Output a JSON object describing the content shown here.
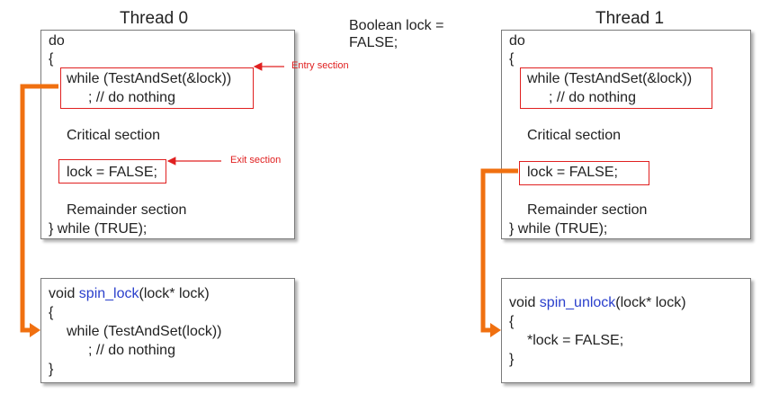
{
  "thread0": {
    "title": "Thread 0",
    "do": "do",
    "open_brace": "{",
    "while_line": "while (TestAndSet(&lock))",
    "nothing_line": "; // do nothing",
    "critical": "Critical section",
    "lock_false": "lock = FALSE;",
    "remainder": "Remainder section",
    "end_line": "} while (TRUE);"
  },
  "thread1": {
    "title": "Thread 1",
    "do": "do",
    "open_brace": "{",
    "while_line": "while (TestAndSet(&lock))",
    "nothing_line": "; // do nothing",
    "critical": "Critical section",
    "lock_false": "lock = FALSE;",
    "remainder": "Remainder section",
    "end_line": "} while (TRUE);"
  },
  "shared_var": {
    "line1": "Boolean lock =",
    "line2": "FALSE;"
  },
  "annotations": {
    "entry": "Entry section",
    "exit": "Exit section"
  },
  "spin_lock": {
    "prefix": "void ",
    "fn_name": "spin_lock",
    "suffix": "(lock* lock)",
    "open_brace": "{",
    "while_line": "while (TestAndSet(lock))",
    "nothing_line": "; // do nothing",
    "close_brace": "}"
  },
  "spin_unlock": {
    "prefix": "void ",
    "fn_name": "spin_unlock",
    "suffix": "(lock* lock)",
    "open_brace": "{",
    "body_line": "*lock = FALSE;",
    "close_brace": "}"
  },
  "colors": {
    "annotation_red": "#e02020",
    "arrow_orange": "#f07010",
    "function_blue": "#2a3fcc"
  }
}
